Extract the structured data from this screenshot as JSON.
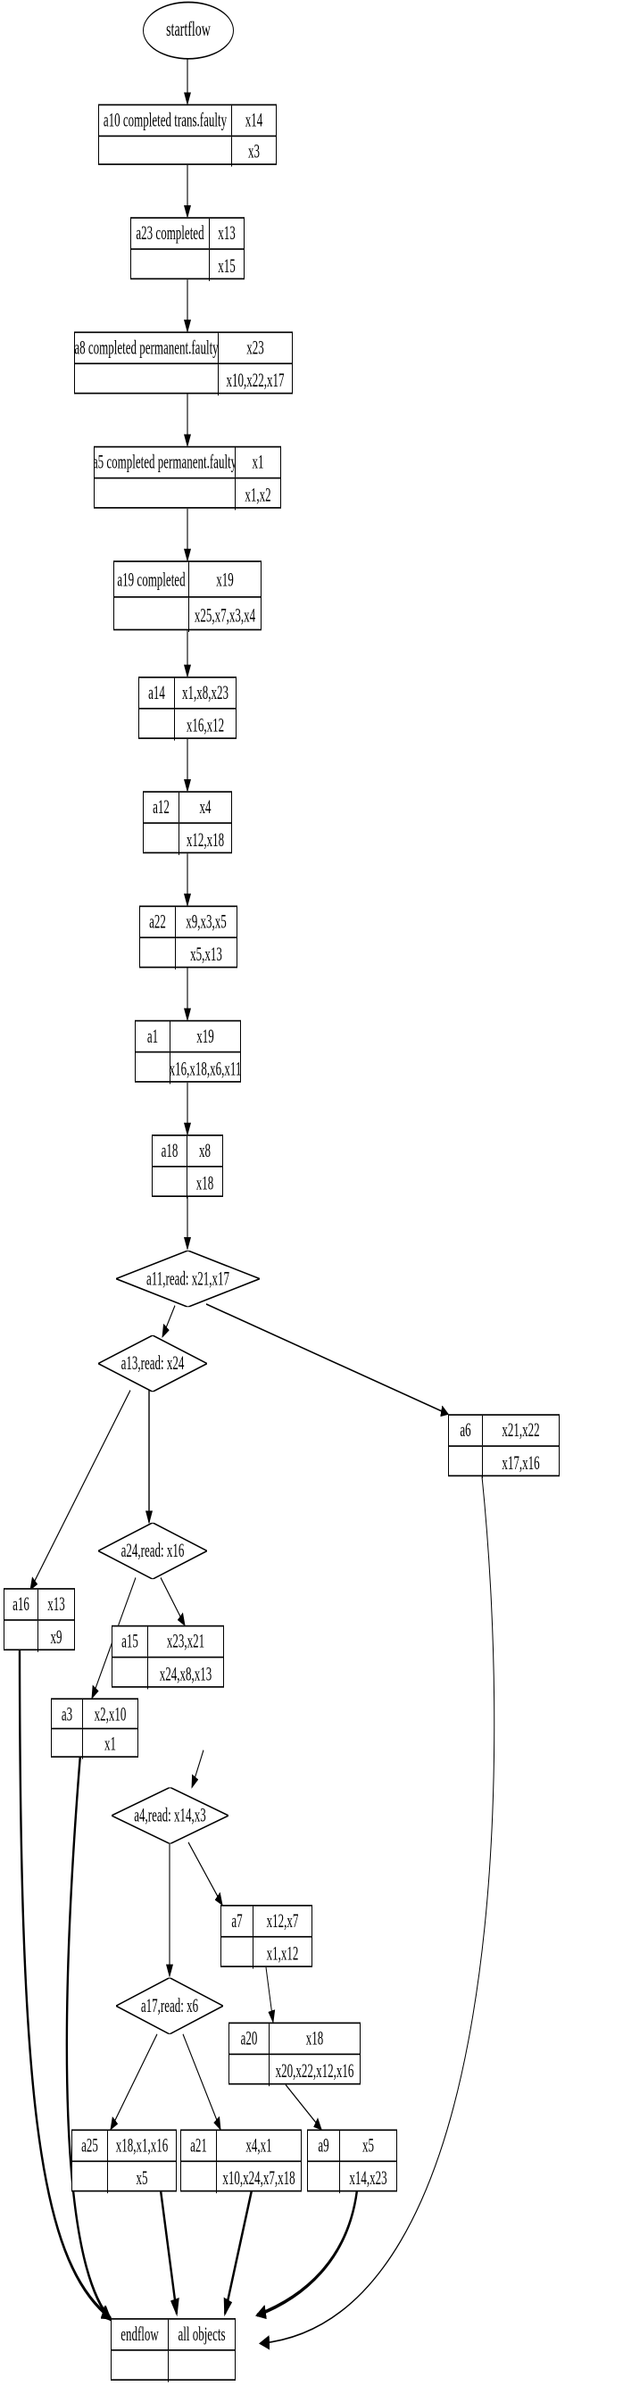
{
  "diagram": {
    "title": "workflow-state-graph",
    "background": "#ffffff",
    "stroke": "#000000",
    "start": {
      "id": "startflow",
      "label": "startflow"
    },
    "end": {
      "id": "endflow",
      "label": "endflow",
      "label2": "all objects",
      "row2a": "",
      "row2b": ""
    },
    "nodes": [
      {
        "id": "a10",
        "left": "a10 completed trans.faulty",
        "right": "x14",
        "left2": "",
        "right2": "x3"
      },
      {
        "id": "a23",
        "left": "a23 completed",
        "right": "x13",
        "left2": "",
        "right2": "x15"
      },
      {
        "id": "a8",
        "left": "a8 completed permanent.faulty",
        "right": "x23",
        "left2": "",
        "right2": "x10,x22,x17"
      },
      {
        "id": "a5",
        "left": "a5 completed permanent.faulty",
        "right": "x1",
        "left2": "",
        "right2": "x1,x2"
      },
      {
        "id": "a19",
        "left": "a19 completed",
        "right": "x19",
        "left2": "",
        "right2": "x25,x7,x3,x4"
      },
      {
        "id": "a14",
        "left": "a14",
        "right": "x1,x8,x23",
        "left2": "",
        "right2": "x16,x12"
      },
      {
        "id": "a12",
        "left": "a12",
        "right": "x4",
        "left2": "",
        "right2": "x12,x18"
      },
      {
        "id": "a22",
        "left": "a22",
        "right": "x9,x3,x5",
        "left2": "",
        "right2": "x5,x13"
      },
      {
        "id": "a1",
        "left": "a1",
        "right": "x19",
        "left2": "",
        "right2": "x16,x18,x6,x11"
      },
      {
        "id": "a18",
        "left": "a18",
        "right": "x8",
        "left2": "",
        "right2": "x18"
      },
      {
        "id": "a6",
        "left": "a6",
        "right": "x21,x22",
        "left2": "",
        "right2": "x17,x16"
      },
      {
        "id": "a16",
        "left": "a16",
        "right": "x13",
        "left2": "",
        "right2": "x9"
      },
      {
        "id": "a15",
        "left": "a15",
        "right": "x23,x21",
        "left2": "",
        "right2": "x24,x8,x13"
      },
      {
        "id": "a3",
        "left": "a3",
        "right": "x2,x10",
        "left2": "",
        "right2": "x1"
      },
      {
        "id": "a7",
        "left": "a7",
        "right": "x12,x7",
        "left2": "",
        "right2": "x1,x12"
      },
      {
        "id": "a20",
        "left": "a20",
        "right": "x18",
        "left2": "",
        "right2": "x20,x22,x12,x16"
      },
      {
        "id": "a25",
        "left": "a25",
        "right": "x18,x1,x16",
        "left2": "",
        "right2": "x5"
      },
      {
        "id": "a21",
        "left": "a21",
        "right": "x4,x1",
        "left2": "",
        "right2": "x10,x24,x7,x18"
      },
      {
        "id": "a9",
        "left": "a9",
        "right": "x5",
        "left2": "",
        "right2": "x14,x23"
      }
    ],
    "decisions": [
      {
        "id": "a11",
        "label": "a11,read: x21,x17"
      },
      {
        "id": "a13",
        "label": "a13,read: x24"
      },
      {
        "id": "a24",
        "label": "a24,read: x16"
      },
      {
        "id": "a4",
        "label": "a4,read: x14,x3"
      },
      {
        "id": "a17",
        "label": "a17,read: x6"
      }
    ],
    "edges": [
      {
        "from": "startflow",
        "to": "a10"
      },
      {
        "from": "a10",
        "to": "a23"
      },
      {
        "from": "a23",
        "to": "a8"
      },
      {
        "from": "a8",
        "to": "a5"
      },
      {
        "from": "a5",
        "to": "a19"
      },
      {
        "from": "a19",
        "to": "a14"
      },
      {
        "from": "a14",
        "to": "a12"
      },
      {
        "from": "a12",
        "to": "a22"
      },
      {
        "from": "a22",
        "to": "a1"
      },
      {
        "from": "a1",
        "to": "a18"
      },
      {
        "from": "a18",
        "to": "a11"
      },
      {
        "from": "a11",
        "to": "a13"
      },
      {
        "from": "a11",
        "to": "a6"
      },
      {
        "from": "a13",
        "to": "a24"
      },
      {
        "from": "a13",
        "to": "a16"
      },
      {
        "from": "a24",
        "to": "a3"
      },
      {
        "from": "a24",
        "to": "a15"
      },
      {
        "from": "a15",
        "to": "a4"
      },
      {
        "from": "a4",
        "to": "a17"
      },
      {
        "from": "a4",
        "to": "a7"
      },
      {
        "from": "a7",
        "to": "a20"
      },
      {
        "from": "a17",
        "to": "a25"
      },
      {
        "from": "a17",
        "to": "a21"
      },
      {
        "from": "a20",
        "to": "a9"
      },
      {
        "from": "a16",
        "to": "endflow"
      },
      {
        "from": "a3",
        "to": "endflow"
      },
      {
        "from": "a25",
        "to": "endflow"
      },
      {
        "from": "a21",
        "to": "endflow"
      },
      {
        "from": "a9",
        "to": "endflow"
      },
      {
        "from": "a6",
        "to": "endflow"
      }
    ]
  }
}
